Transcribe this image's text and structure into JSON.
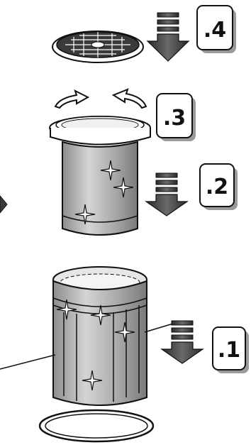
{
  "steps": [
    {
      "label": ".4",
      "icon": "down-arrow-icon"
    },
    {
      "label": ".3",
      "icon": "rotate-arrows-icon"
    },
    {
      "label": ".2",
      "icon": "down-arrow-icon"
    },
    {
      "label": ".1",
      "icon": "down-arrow-icon"
    }
  ],
  "colors": {
    "line": "#111111",
    "canister_fill": "#b9b9b9",
    "canister_light": "#e6e6e6",
    "arrow_fill": "#4a4a4a",
    "box_shadow": "#888888"
  }
}
